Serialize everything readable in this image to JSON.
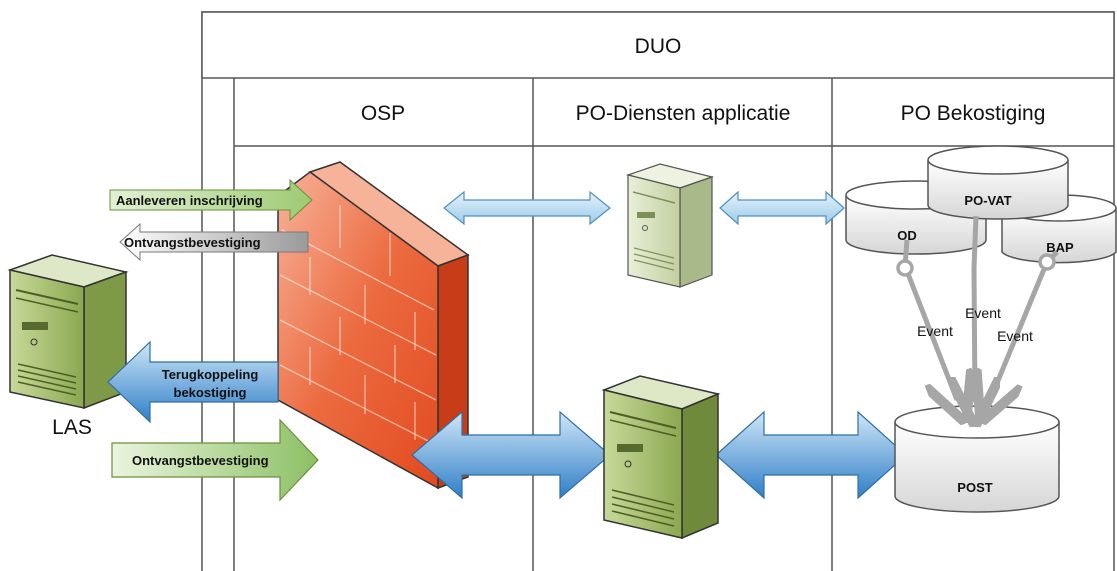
{
  "pool": {
    "title": "DUO"
  },
  "lanes": [
    {
      "label": "OSP"
    },
    {
      "label": "PO-Diensten applicatie"
    },
    {
      "label": "PO Bekostiging"
    }
  ],
  "las": {
    "label": "LAS"
  },
  "arrows": {
    "aanleveren": "Aanleveren inschrijving",
    "ontvangst_top": "Ontvangstbevestiging",
    "terugkoppeling_line1": "Terugkoppeling",
    "terugkoppeling_line2": "bekostiging",
    "ontvangst_bottom": "Ontvangstbevestiging"
  },
  "databases": {
    "po_vat": "PO-VAT",
    "od": "OD",
    "bap": "BAP",
    "post": "POST"
  },
  "events": {
    "label": "Event"
  },
  "colors": {
    "firewall": "#e8502a",
    "server": "#9ab35e",
    "arrow_blue": "#5aa0d8",
    "arrow_green": "#a9cf7e",
    "connector_gray": "#a6a6a6"
  },
  "icons": [
    "server-icon",
    "firewall-icon",
    "database-icon"
  ]
}
